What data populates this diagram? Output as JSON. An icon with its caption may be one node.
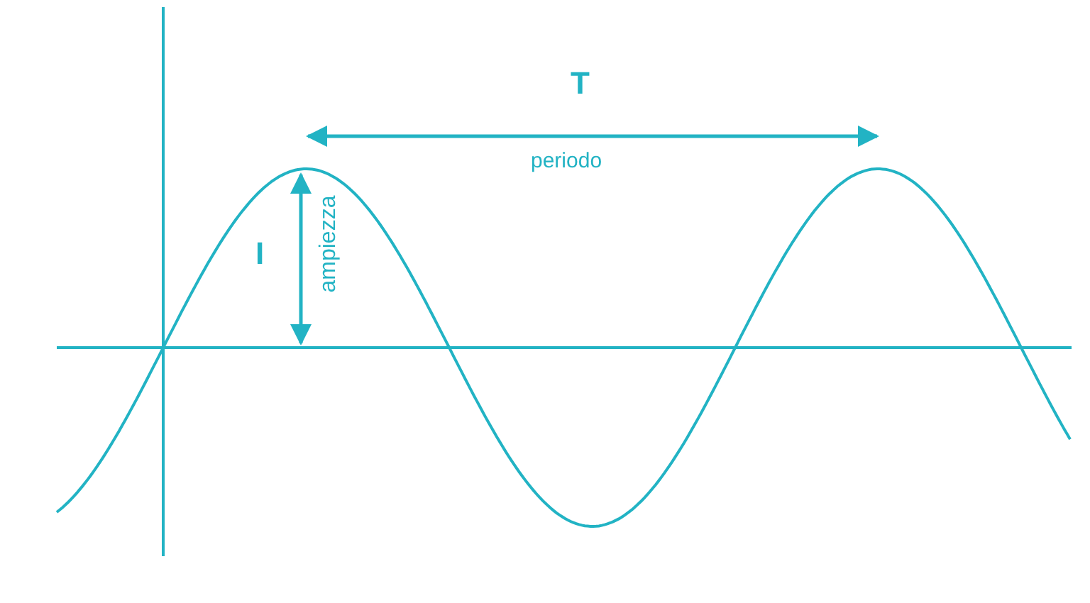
{
  "diagram": {
    "labels": [
      "T",
      "periodo",
      "I",
      "ampiezza"
    ]
  }
}
